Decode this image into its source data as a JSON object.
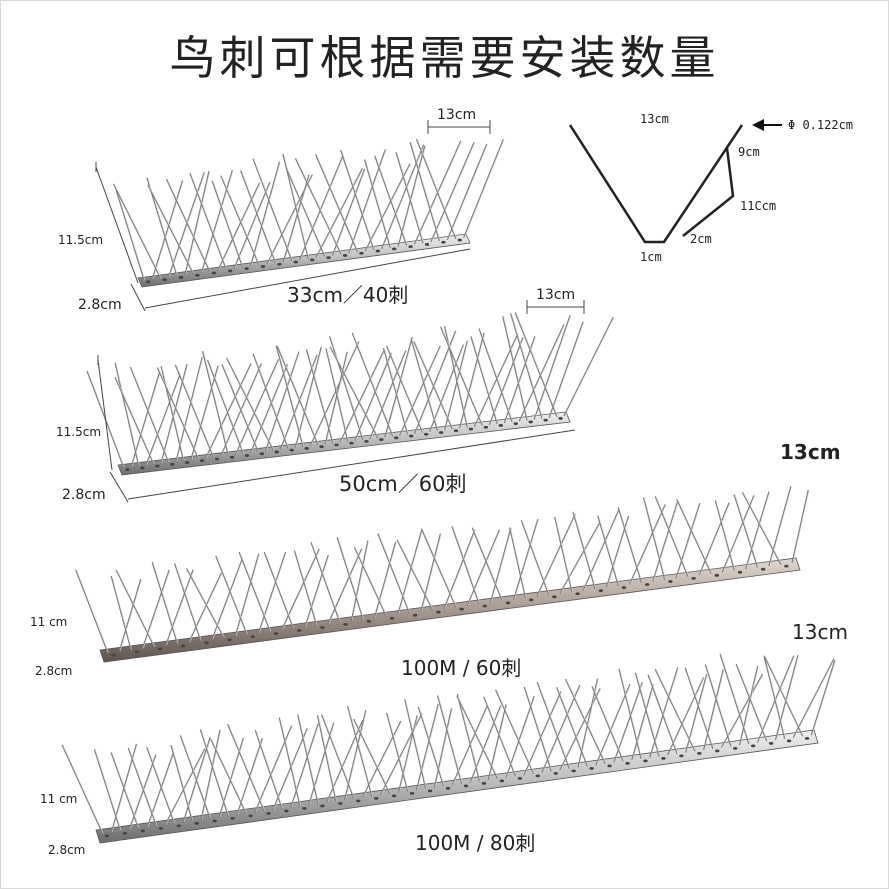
{
  "title": "鸟刺可根据需要安装数量",
  "products": [
    {
      "length_label": "33cm／40刺",
      "height_label": "11.5cm",
      "width_label": "2.8cm",
      "spacing_label": "13cm"
    },
    {
      "length_label": "50cm／60刺",
      "height_label": "11.5cm",
      "width_label": "2.8cm",
      "spacing_label": "13cm"
    },
    {
      "length_label": "100M  /  60刺",
      "height_label": "11 cm",
      "width_label": "2.8cm",
      "spacing_label": "13cm"
    },
    {
      "length_label": "100M  /  80刺",
      "height_label": "11 cm",
      "width_label": "2.8cm",
      "spacing_label": "13cm"
    }
  ],
  "diagram": {
    "top_width": "13cm",
    "wire_diameter": "Φ 0.122cm",
    "side_a": "9cm",
    "side_b": "11Ccm",
    "side_c": "2cm",
    "bottom": "1cm"
  },
  "colors": {
    "metal_light": "#d6d6d6",
    "metal_dark": "#7a7a7a",
    "spike": "#8c8c8c",
    "line": "#333333"
  }
}
